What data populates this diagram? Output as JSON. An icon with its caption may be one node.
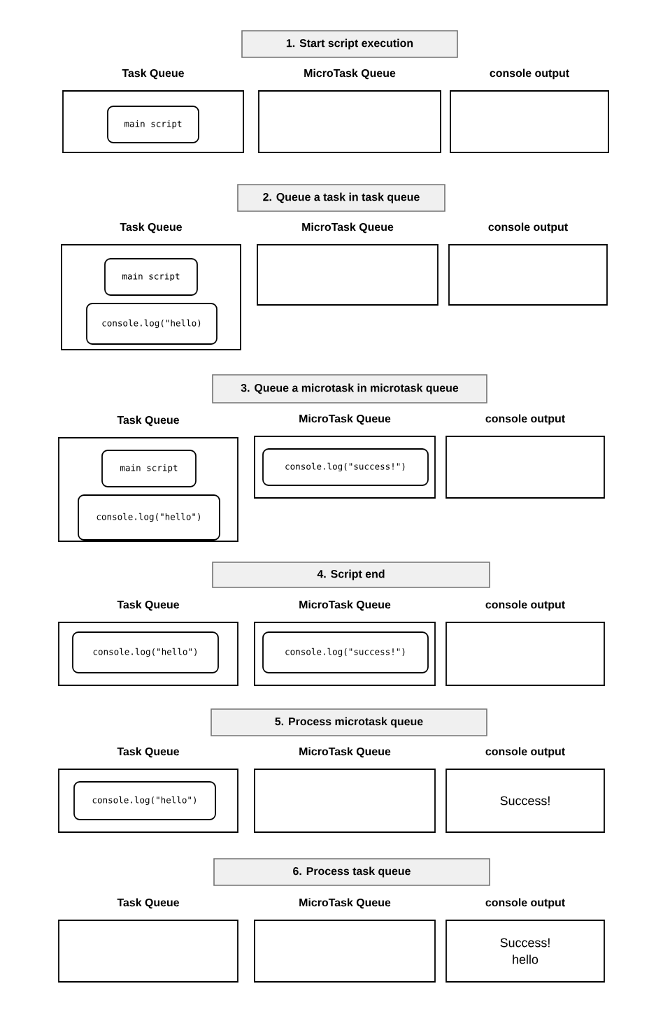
{
  "diagram": {
    "nodes": [
      {
        "text": [
          "1. Start script execution"
        ]
      },
      {
        "text": [
          "Task Queue"
        ]
      },
      {
        "text": [
          "main script"
        ],
        "in": 1
      },
      {
        "text": [
          "MicroTask Queue"
        ]
      },
      {
        "text": [
          "console output"
        ]
      },
      {
        "text": [
          "2. Queue a task in task queue"
        ]
      },
      {
        "text": [
          "Task Queue"
        ]
      },
      {
        "text": [
          "main script"
        ],
        "in": 6
      },
      {
        "text": [
          "console.log(\"hello)"
        ],
        "in": 6
      },
      {
        "text": [
          "MicroTask Queue"
        ]
      },
      {
        "text": [
          "console output"
        ]
      },
      {
        "text": [
          "3. Queue a microtask in microtask queue"
        ]
      },
      {
        "text": [
          "Task Queue"
        ]
      },
      {
        "text": [
          "main script"
        ],
        "in": 12
      },
      {
        "text": [
          "console.log(\"hello\")"
        ],
        "in": 12
      },
      {
        "text": [
          "MicroTask Queue"
        ]
      },
      {
        "text": [
          "console.log(\"success!\")"
        ],
        "in": 15
      },
      {
        "text": [
          "console output"
        ]
      },
      {
        "text": [
          "4. Script end"
        ]
      },
      {
        "text": [
          "Task Queue"
        ]
      },
      {
        "text": [
          "console.log(\"hello\")"
        ],
        "in": 19
      },
      {
        "text": [
          "MicroTask Queue"
        ]
      },
      {
        "text": [
          "console.log(\"success!\")"
        ],
        "in": 21
      },
      {
        "text": [
          "console output"
        ]
      },
      {
        "text": [
          "5. Process microtask queue"
        ]
      },
      {
        "text": [
          "Task Queue"
        ]
      },
      {
        "text": [
          "console.log(\"hello\")"
        ],
        "in": 25
      },
      {
        "text": [
          "MicroTask Queue"
        ]
      },
      {
        "text": [
          "console output",
          "Success!"
        ]
      },
      {
        "text": [
          "6. Process task queue"
        ]
      },
      {
        "text": [
          "Task Queue"
        ]
      },
      {
        "text": [
          "MicroTask Queue"
        ]
      },
      {
        "text": [
          "console output",
          "Success!",
          "hello"
        ]
      }
    ]
  }
}
